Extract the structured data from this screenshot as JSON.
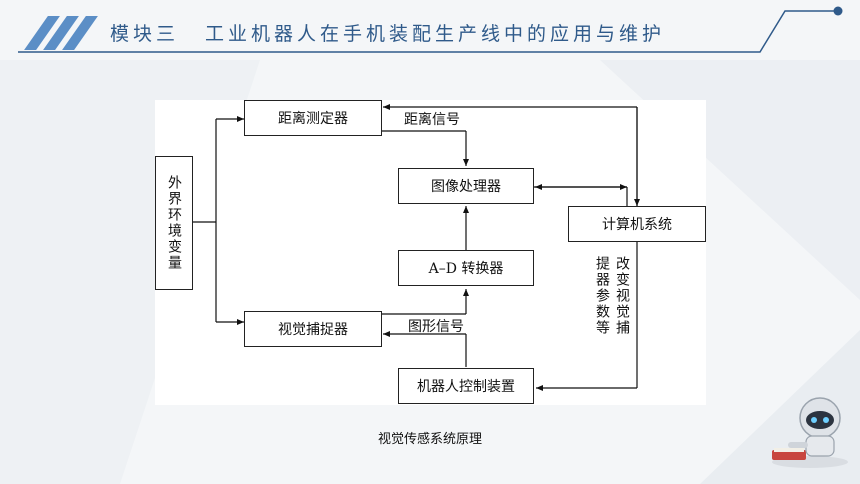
{
  "header": {
    "module": "模块三",
    "title": "工业机器人在手机装配生产线中的应用与维护"
  },
  "diagram": {
    "nodes": {
      "env": "外界环境变量",
      "range": "距离测定器",
      "image_proc": "图像处理器",
      "computer": "计算机系统",
      "adc": "A–D 转换器",
      "capture": "视觉捕捉器",
      "controller": "机器人控制装置"
    },
    "labels": {
      "distance_signal": "距离信号",
      "image_signal": "图形信号",
      "param_col1": "改变视觉捕",
      "param_col2": "提器参数等"
    },
    "caption": "视觉传感系统原理"
  },
  "colors": {
    "accent": "#2f5a8a",
    "stripe": "#5b8ec6"
  }
}
